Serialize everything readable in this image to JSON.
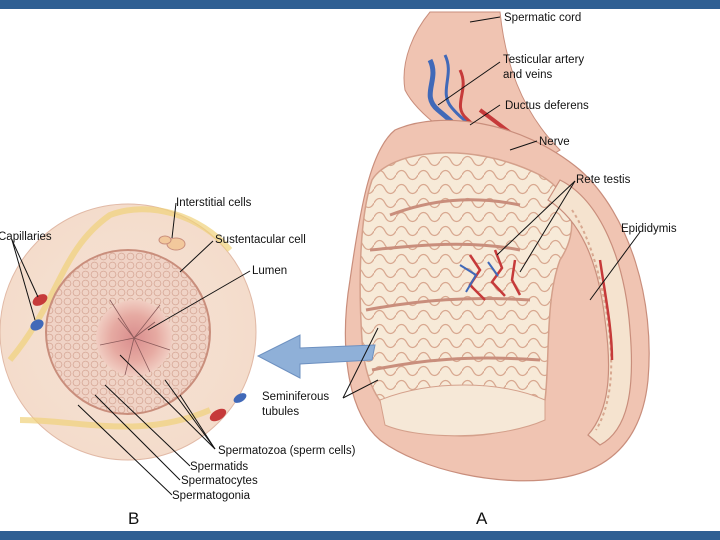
{
  "panel_a": {
    "letter": "A",
    "labels": {
      "spermatic_cord": "Spermatic cord",
      "testicular_artery_1": "Testicular artery",
      "testicular_artery_2": "and veins",
      "ductus_deferens": "Ductus deferens",
      "nerve": "Nerve",
      "rete_testis": "Rete testis",
      "epididymis": "Epididymis",
      "seminiferous_1": "Seminiferous",
      "seminiferous_2": "tubules"
    }
  },
  "panel_b": {
    "letter": "B",
    "labels": {
      "interstitial_cells": "Interstitial cells",
      "sustentacular_cell": "Sustentacular cell",
      "capillaries": "Capillaries",
      "lumen": "Lumen",
      "spermatozoa": "Spermatozoa (sperm cells)",
      "spermatids": "Spermatids",
      "spermatocytes": "Spermatocytes",
      "spermatogonia": "Spermatogonia"
    }
  },
  "colors": {
    "frame_bar": "#2f5f93",
    "tissue_pink": "#efbfae",
    "tubule_cream": "#f7ead8",
    "artery_red": "#c63a3a",
    "vein_blue": "#4169b8",
    "arrow_blue": "#8fb0d8"
  }
}
